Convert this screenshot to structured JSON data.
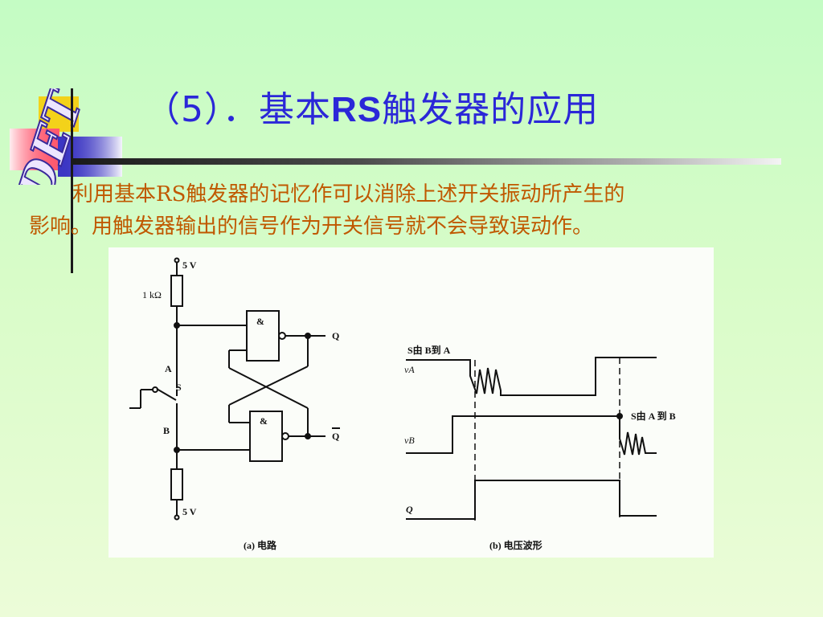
{
  "logo": {
    "text": "DET"
  },
  "title": {
    "prefix": "（5）．基本",
    "bold": "RS",
    "suffix": "触发器的应用"
  },
  "paragraph": {
    "line1": "利用基本RS触发器的记忆作可以消除上述开关振动所产生的",
    "line2": "影响。用触发器输出的信号作为开关信号就不会导致误动作。"
  },
  "circuit": {
    "supply_top": "5 V",
    "resistor_top": "1 kΩ",
    "node_a": "A",
    "switch": "S",
    "node_b": "B",
    "supply_bottom": "5 V",
    "gate_symbol": "&",
    "output_q": "Q",
    "output_qbar": "Q",
    "caption": "(a) 电路"
  },
  "waveform": {
    "event_1": "S由 B到 A",
    "signal_va": "vA",
    "signal_vb": "vB",
    "event_2": "S由 A 到 B",
    "signal_q": "Q",
    "caption": "(b) 电压波形"
  },
  "colors": {
    "title": "#2b27d8",
    "paragraph": "#c05800"
  }
}
